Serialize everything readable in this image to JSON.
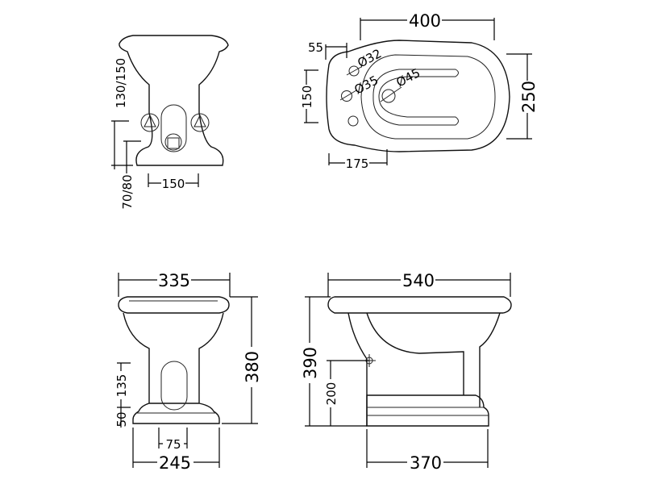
{
  "drawing": {
    "front_view": {
      "height_label": "130/150",
      "low_label": "70/80",
      "width_label": "150"
    },
    "plan_view": {
      "length_label": "400",
      "width_label": "250",
      "hole_span_label": "150",
      "offset_label": "55",
      "drain_label": "175",
      "hole1_label": "Ø32",
      "hole2_label": "Ø35",
      "hole3_label": "Ø45"
    },
    "rear_view": {
      "width_label": "335",
      "height_label": "380",
      "pipe_label": "135",
      "base_label": "50",
      "outlet_label": "75",
      "foot_label": "245"
    },
    "side_view": {
      "length_label": "540",
      "height_label": "390",
      "waste_label": "200",
      "foot_label": "370"
    }
  },
  "colors": {
    "line": "#000000",
    "background": "#ffffff"
  }
}
